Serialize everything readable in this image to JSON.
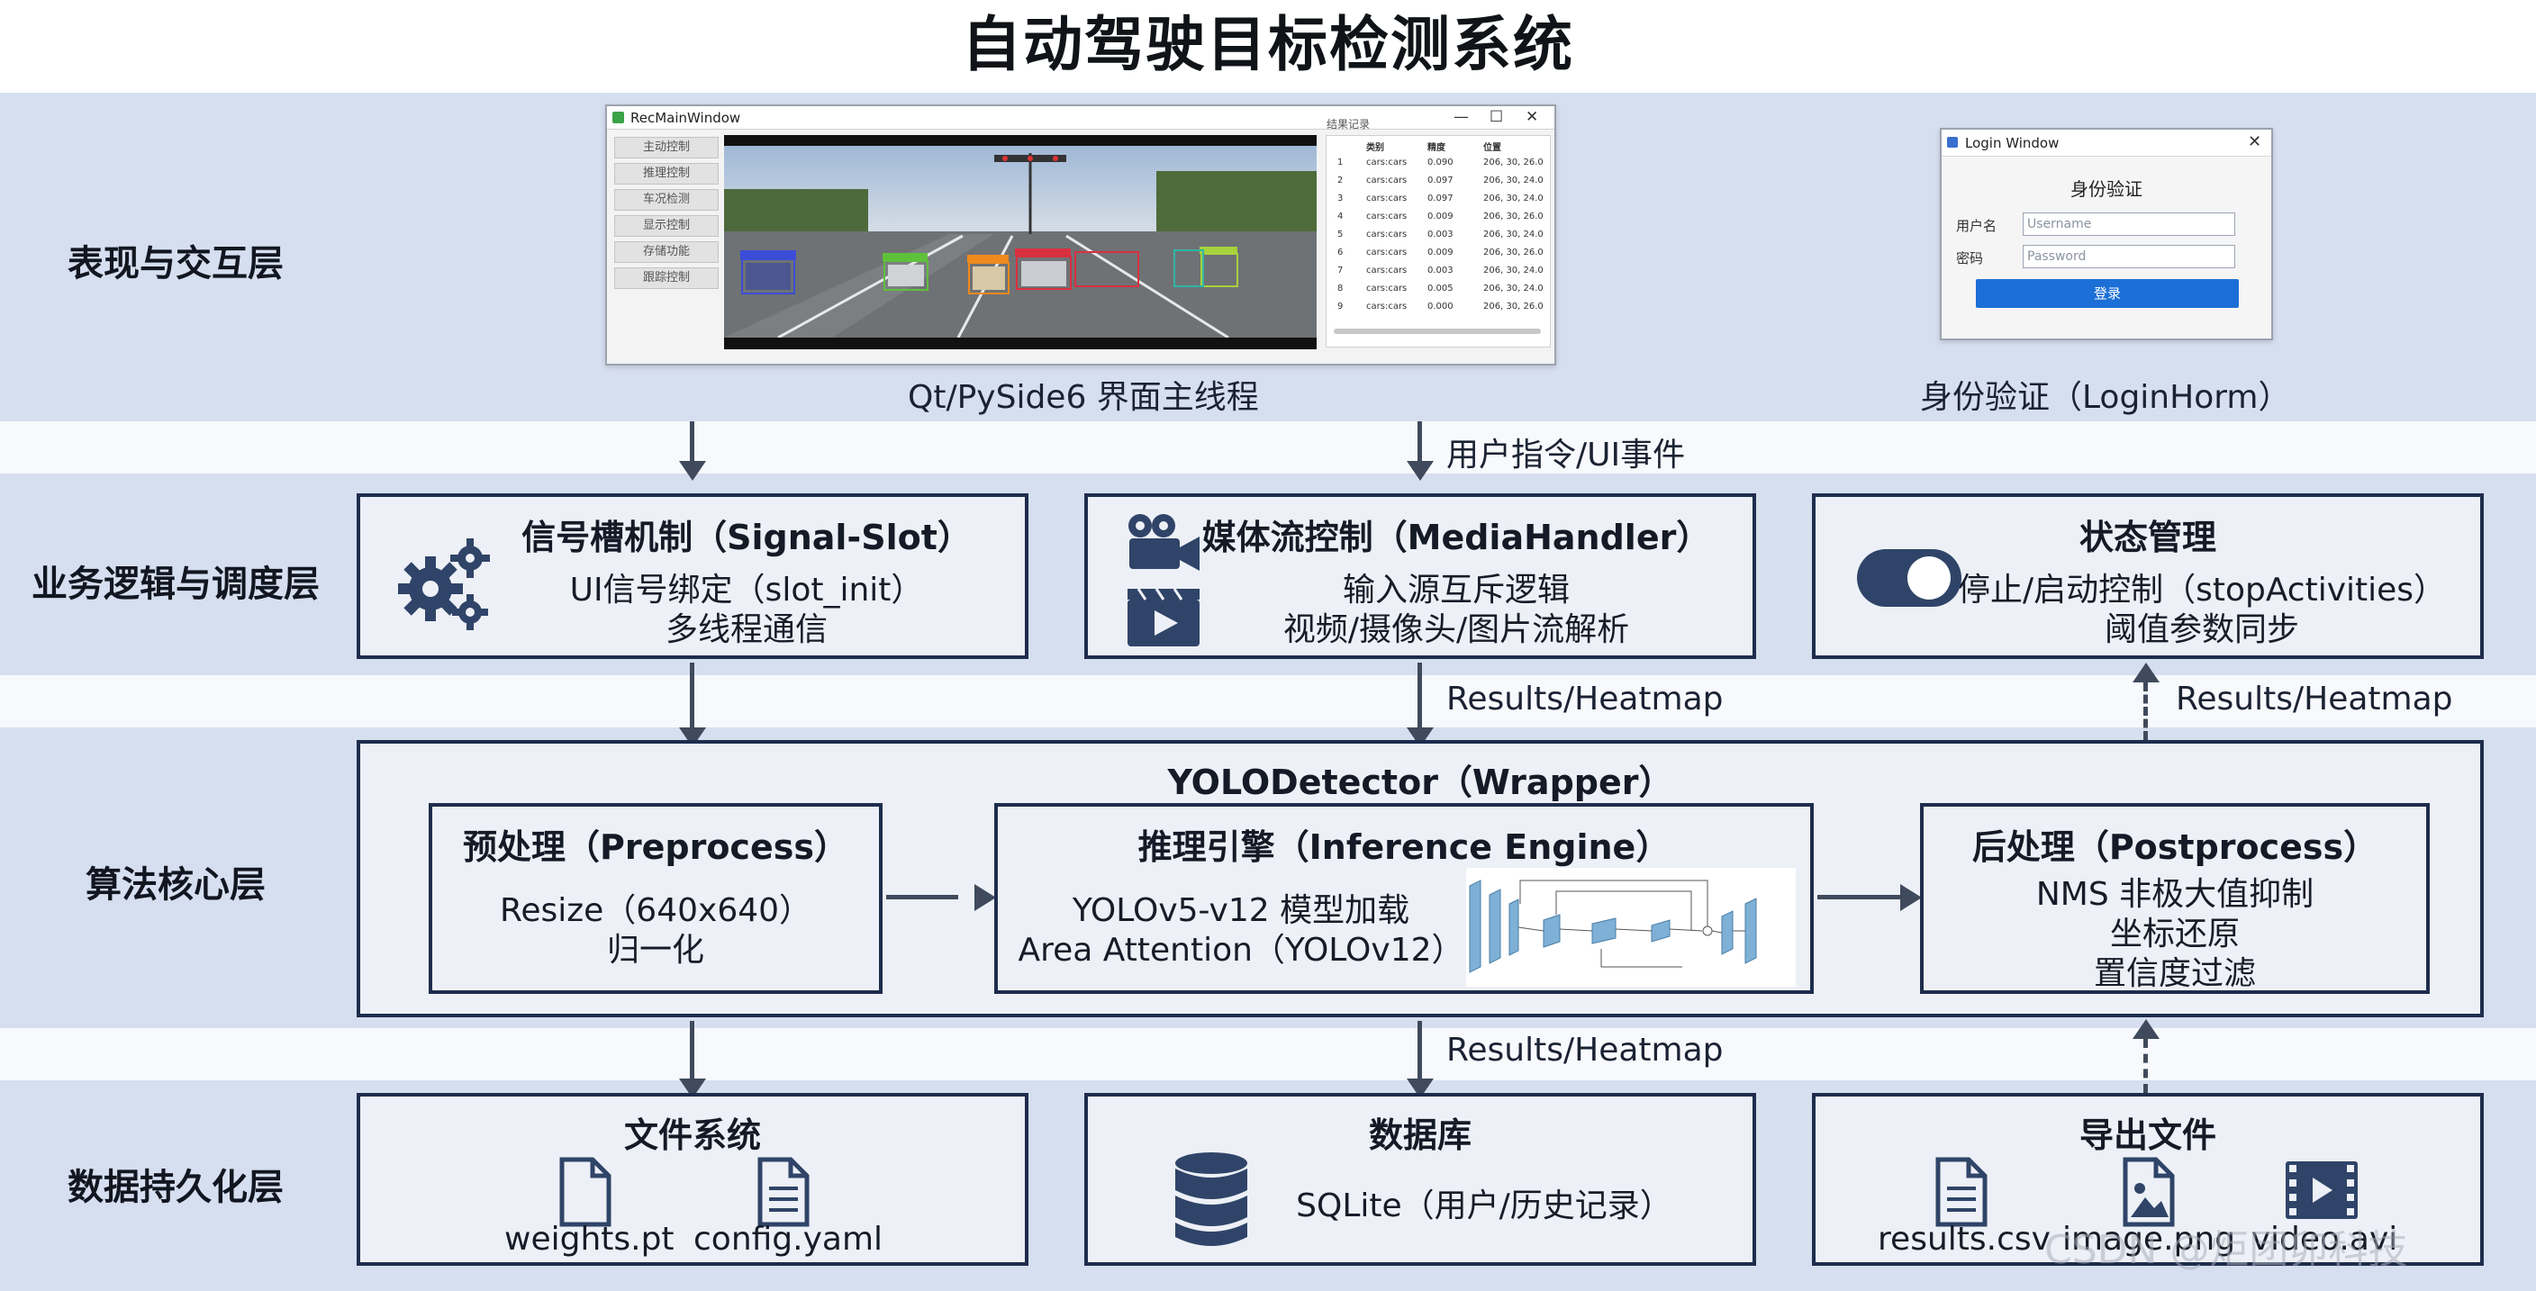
{
  "title": "自动驾驶目标检测系统",
  "layers": {
    "presentation": "表现与交互层",
    "business": "业务逻辑与调度层",
    "algorithm": "算法核心层",
    "persistence": "数据持久化层"
  },
  "presentation": {
    "main_window": {
      "window_title": "RecMainWindow",
      "side_buttons": [
        "主动控制",
        "推理控制",
        "车况检测",
        "显示控制",
        "存储功能",
        "跟踪控制"
      ],
      "table_header": [
        "类别",
        "精度",
        "位置"
      ],
      "table_label": "结果记录",
      "table_rows": [
        [
          "1",
          "cars:cars",
          "0.090",
          "206, 30, 26.0"
        ],
        [
          "2",
          "cars:cars",
          "0.097",
          "206, 30, 24.0"
        ],
        [
          "3",
          "cars:cars",
          "0.097",
          "206, 30, 24.0"
        ],
        [
          "4",
          "cars:cars",
          "0.009",
          "206, 30, 26.0"
        ],
        [
          "5",
          "cars:cars",
          "0.003",
          "206, 30, 24.0"
        ],
        [
          "6",
          "cars:cars",
          "0.009",
          "206, 30, 26.0"
        ],
        [
          "7",
          "cars:cars",
          "0.003",
          "206, 30, 24.0"
        ],
        [
          "8",
          "cars:cars",
          "0.005",
          "206, 30, 24.0"
        ],
        [
          "9",
          "cars:cars",
          "0.000",
          "206, 30, 26.0"
        ]
      ],
      "caption": "Qt/PySide6 界面主线程"
    },
    "login_window": {
      "window_title": "Login Window",
      "heading": "身份验证",
      "username_label": "用户名",
      "username_placeholder": "Username",
      "password_label": "密码",
      "password_placeholder": "Password",
      "login_button": "登录",
      "caption": "身份验证（LoginHorm）"
    }
  },
  "arrow_labels": {
    "user_command": "用户指令/UI事件",
    "results_mid": "Results/Heatmap",
    "results_right": "Results/Heatmap",
    "results_bottom": "Results/Heatmap"
  },
  "business": {
    "signal_slot": {
      "title": "信号槽机制（Signal-Slot）",
      "line1": "UI信号绑定（slot_init）",
      "line2": "多线程通信",
      "icon": "gears-icon"
    },
    "media": {
      "title": "媒体流控制（MediaHandler）",
      "line1": "输入源互斥逻辑",
      "line2": "视频/摄像头/图片流解析",
      "icons": [
        "video-camera-icon",
        "video-player-icon"
      ]
    },
    "state": {
      "title": "状态管理",
      "line1": "停止/启动控制（stopActivities）",
      "line2": "阈值参数同步",
      "icon": "toggle-icon"
    }
  },
  "algorithm": {
    "wrapper_title": "YOLODetector（Wrapper）",
    "preprocess": {
      "title": "预处理（Preprocess）",
      "line1": "Resize（640x640）",
      "line2": "归一化"
    },
    "inference": {
      "title": "推理引擎（Inference Engine）",
      "line1": "YOLOv5-v12 模型加载",
      "line2": "Area Attention（YOLOv12）"
    },
    "postprocess": {
      "title": "后处理（Postprocess）",
      "line1": "NMS 非极大值抑制",
      "line2": "坐标还原",
      "line3": "置信度过滤"
    }
  },
  "persistence": {
    "filesystem": {
      "title": "文件系统",
      "files": [
        "weights.pt",
        "config.yaml"
      ]
    },
    "database": {
      "title": "数据库",
      "line1": "SQLite（用户/历史记录）"
    },
    "export": {
      "title": "导出文件",
      "files": [
        "results.csv",
        "image.png",
        "video.avi"
      ]
    }
  },
  "watermark": "CSDN @炬团卯科技",
  "colors": {
    "band": "#d6dff0",
    "box_border": "#1e2d4d",
    "arrow": "#3f4a5c",
    "icon": "#2f4468",
    "login_button": "#1c6fd6"
  }
}
